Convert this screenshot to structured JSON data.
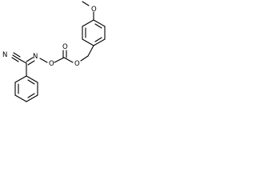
{
  "structure": {
    "atom_labels": {
      "nitrile_n": "N",
      "oxime_n": "N",
      "oxime_o": "O",
      "carbonyl_o": "O",
      "ester_o": "O",
      "methoxy_o": "O"
    },
    "colors": {
      "ink": "#000000",
      "background": "#ffffff"
    }
  }
}
